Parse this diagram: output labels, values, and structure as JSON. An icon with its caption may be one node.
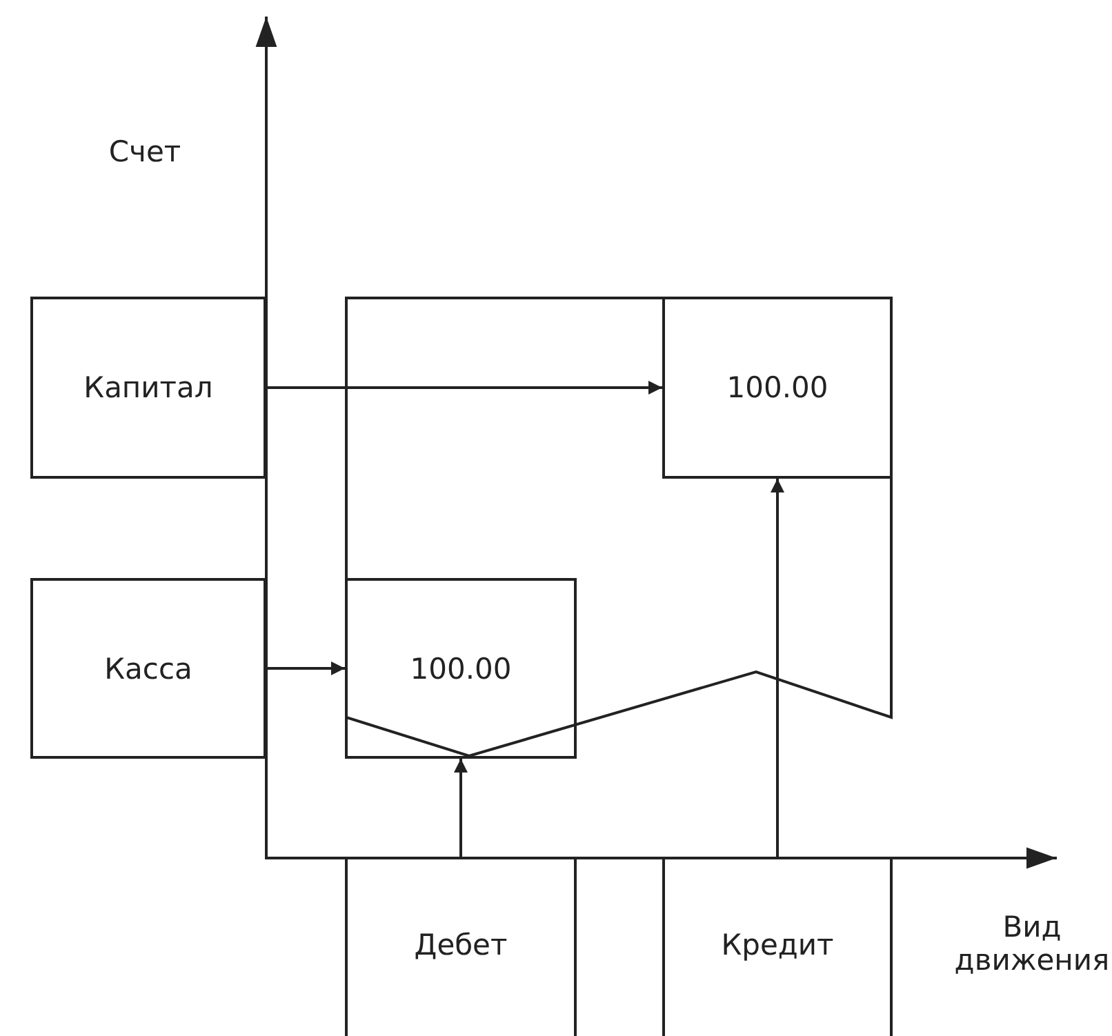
{
  "diagram": {
    "nodes": [
      {
        "text": [
          "Капитал"
        ]
      },
      {
        "text": [
          "Касса"
        ]
      },
      {
        "text": [],
        "shape": "box"
      },
      {
        "text": [
          "100.00"
        ],
        "in": 2
      },
      {
        "text": [
          "100.00"
        ],
        "in": 2
      },
      {
        "text": [
          "Дебет"
        ]
      },
      {
        "text": [
          "Кредит"
        ]
      }
    ],
    "edges": [
      {
        "from": 0,
        "to": 3,
        "arrow": "to"
      },
      {
        "from": 1,
        "to": 4,
        "arrow": "to"
      },
      {
        "from": 5,
        "to": 4,
        "arrow": "to"
      },
      {
        "from": 6,
        "to": 3,
        "arrow": "to"
      }
    ],
    "labels": [
      "Счет",
      "Вид движения"
    ]
  }
}
